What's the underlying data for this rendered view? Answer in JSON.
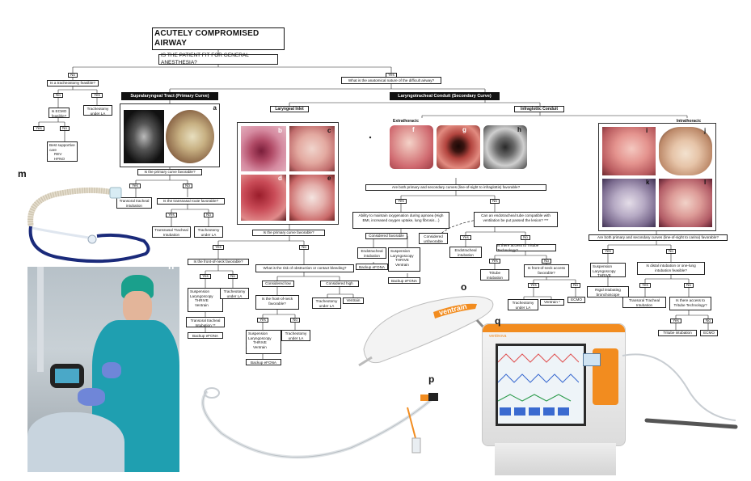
{
  "title": "ACUTELY COMPROMISED AIRWAY",
  "q_fit": "IS THE PATIENT FIT FOR GENERAL ANESTHESIA?",
  "no": "No",
  "yes": "Yes",
  "q_trach": "Is a tracheostomy feasible?",
  "q_ecmo": "Is ECMO feasible?",
  "trach_under_la": "Tracheotomy under LA",
  "best_care": {
    "title": "Best supportive care",
    "items": [
      "REV",
      "HFNO"
    ]
  },
  "q_anatomy": "What is the anatomical nature of the difficult airway?",
  "supra": "Supralaryngeal Tract (Primary Curve)",
  "laryngo": "Laryngotracheal Conduit (Secondary Curve)",
  "laryngeal_inlet": "Laryngeal Inlet",
  "infraglottic": "Infraglottic Conduit",
  "extrathoracic": "Extrathoracic",
  "intrathoracic": "Intrathoracic",
  "q_primary": "Is the primary curve favorable?",
  "transoral_intub": "Transoral tracheal intubation",
  "q_transnasal": "Is the transnasal route favorable?",
  "transnasal_intub": "Transnasal Tracheal Intubation",
  "trach_under_la2": "Tracheotomy under LA",
  "q_primary2": "Is the primary curve favorable?",
  "q_front_neck": "Is the front-of-neck favorable?",
  "susp_lar": {
    "title": "Suspension Laryngoscopy",
    "items": [
      "THRIVE",
      "Ventrain"
    ]
  },
  "trach_under_la3": "Tracheotomy under LA",
  "transoral_intub2": "Transoral tracheal Intubation **",
  "backup_fona": "Backup eFONA",
  "q_risk": "What is the risk of obstruction or contact bleeding?",
  "considered_low": "Considered low",
  "considered_high": "Considered high",
  "q_front_neck2": "Is the front-of-neck favorable?",
  "susp_lar2": {
    "title": "Suspension Laryngoscopy",
    "items": [
      "THRIVE",
      "Ventrain"
    ]
  },
  "trach_under_la4": "Tracheotomy under LA",
  "backup_fona2": "Backup eFONA",
  "trach_under_la5": "Tracheotomy under LA",
  "ventrain": "Ventrain",
  "q_both_ext": "Are both primary and secondary curves (line-of-sight to infraglottis) favorable?",
  "ability": "Ability to maintain oxygenation during apnoea (High BMI, increased oxygen uptake, lung fibrosis…)",
  "considered_fav": "Considered favorable",
  "considered_unfav": "Considered unfavorable",
  "endo_intub": "Endotracheal intubation",
  "susp_lar3": {
    "title": "Suspension Laryngoscopy",
    "items": [
      "THRIVE",
      "Ventrain"
    ]
  },
  "backup_fona3": "Backup eFONA",
  "backup_fona4": "Backup eFONA",
  "q_tube": "Can an endotracheal tube compatible with ventilation be put passed the lesion? ***",
  "endo_intub2": "Endotracheal intubation",
  "q_tritube": "Is there access to Tritube Technology?",
  "tritube_intub": "Tritube intubation",
  "q_front_neck3": "Is front-of-neck access favorable?",
  "trach_under_la6": "Tracheotomy under LA",
  "ventrain_star": "Ventrain *",
  "ecmo": "ECMO",
  "q_both_int": "Are both primary and secondary curves (line-of-sight to carina) favorable?",
  "susp_lar4": {
    "title": "Suspension Laryngoscopy",
    "items": [
      "THRIVE"
    ]
  },
  "rigid_bronch": "Rigid intubating bronchoscope",
  "q_distal": "Is distal intubation or one-lung intubation feasible?",
  "transoral_intub3": "Transoral Tracheal Intubation",
  "q_tritube2": "Is there access to Tritube Technology?",
  "tritube_intub2": "Tritube intubation",
  "ecmo2": "ECMO",
  "labels": {
    "a": "a",
    "b": "b",
    "c": "c",
    "d": "d",
    "e": "e",
    "f": "f",
    "g": "g",
    "h": "h",
    "i": "i",
    "j": "j",
    "k": "k",
    "l": "l",
    "m": "m",
    "n": "n",
    "o": "o",
    "p": "p",
    "q": "q"
  },
  "ventrain_brand": "ventrain",
  "device_brand": "ventinova",
  "colors": {
    "line": "#222222",
    "dark_box": "#111111",
    "tissue": "#d9868a",
    "orange": "#f28c1f"
  }
}
